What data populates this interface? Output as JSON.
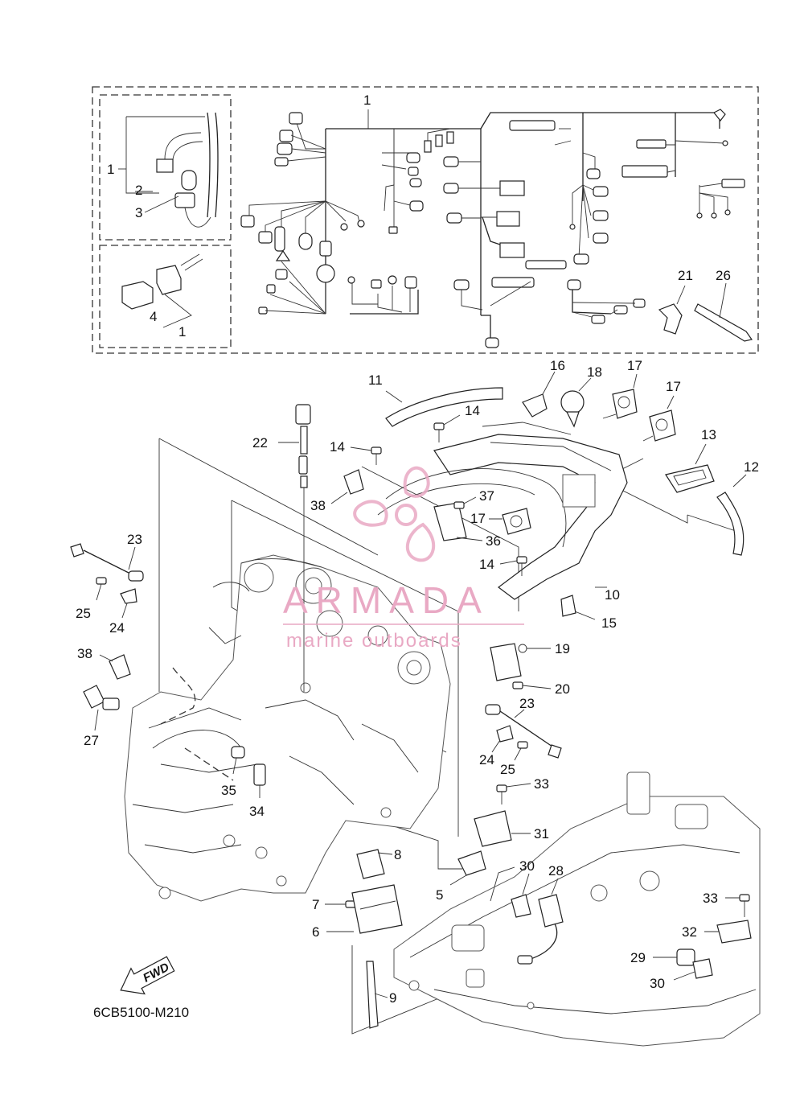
{
  "diagram_code": "6CB5100-M210",
  "direction_label": "FWD",
  "watermark": {
    "title": "ARMADA",
    "subtitle": "marine outboards",
    "color": "#e9a9c4"
  },
  "callouts": {
    "main_harness": "1",
    "inset1_harness": "1",
    "inset1_part2": "2",
    "inset1_part3": "3",
    "inset2_part4": "4",
    "inset2_harness": "1",
    "p5": "5",
    "p6": "6",
    "p7": "7",
    "p8": "8",
    "p9": "9",
    "p10": "10",
    "p11": "11",
    "p12": "12",
    "p13": "13",
    "p14a": "14",
    "p14b": "14",
    "p14c": "14",
    "p15": "15",
    "p16": "16",
    "p17a": "17",
    "p17b": "17",
    "p17c": "17",
    "p18": "18",
    "p19": "19",
    "p20": "20",
    "p21": "21",
    "p22": "22",
    "p23a": "23",
    "p23b": "23",
    "p24a": "24",
    "p24b": "24",
    "p25a": "25",
    "p25b": "25",
    "p26": "26",
    "p27": "27",
    "p28": "28",
    "p29": "29",
    "p30a": "30",
    "p30b": "30",
    "p31": "31",
    "p32": "32",
    "p33a": "33",
    "p33b": "33",
    "p34": "34",
    "p35": "35",
    "p36": "36",
    "p37": "37",
    "p38a": "38",
    "p38b": "38"
  }
}
